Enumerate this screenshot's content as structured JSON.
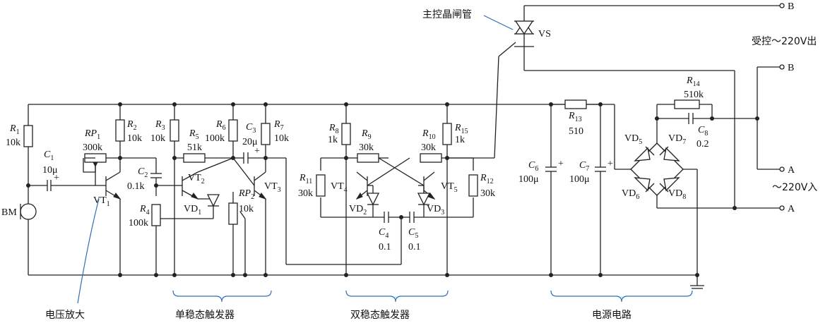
{
  "sections": {
    "amp": "电压放大",
    "mono": "单稳态触发器",
    "bi": "双稳态触发器",
    "power": "电源电路"
  },
  "callouts": {
    "thyristor": "主控晶闸管",
    "output": "受控～220V出",
    "input": "～220V入"
  },
  "terminals": {
    "B_out": "B",
    "B_in": "B",
    "A_in": "A",
    "A_out": "A"
  },
  "components": {
    "BM": {
      "ref": "BM"
    },
    "VS": {
      "ref": "VS"
    },
    "R1": {
      "sym": "R",
      "idx": "1",
      "value": "10k"
    },
    "RP1": {
      "sym": "RP",
      "idx": "1",
      "value": "300k"
    },
    "R2": {
      "sym": "R",
      "idx": "2",
      "value": "10k"
    },
    "C1": {
      "sym": "C",
      "idx": "1",
      "value": "10μ"
    },
    "VT1": {
      "sym": "VT",
      "idx": "1"
    },
    "C2": {
      "sym": "C",
      "idx": "2",
      "value": "0.1k"
    },
    "R3": {
      "sym": "R",
      "idx": "3",
      "value": "10k"
    },
    "R4": {
      "sym": "R",
      "idx": "4",
      "value": "100k"
    },
    "R5": {
      "sym": "R",
      "idx": "5",
      "value": "51k"
    },
    "VT2": {
      "sym": "VT",
      "idx": "2"
    },
    "VD1": {
      "sym": "VD",
      "idx": "1"
    },
    "R6": {
      "sym": "R",
      "idx": "6",
      "value": "100k"
    },
    "C3": {
      "sym": "C",
      "idx": "3",
      "value": "20μ"
    },
    "R7": {
      "sym": "R",
      "idx": "7",
      "value": "10k"
    },
    "RP2": {
      "sym": "RP",
      "idx": "2",
      "value": "10k"
    },
    "VT3": {
      "sym": "VT",
      "idx": "3"
    },
    "R8": {
      "sym": "R",
      "idx": "8",
      "value": "1k"
    },
    "R9": {
      "sym": "R",
      "idx": "9",
      "value": "30k"
    },
    "R10": {
      "sym": "R",
      "idx": "10",
      "value": "30k"
    },
    "R11": {
      "sym": "R",
      "idx": "11",
      "value": "30k"
    },
    "R12": {
      "sym": "R",
      "idx": "12",
      "value": "30k"
    },
    "R15": {
      "sym": "R",
      "idx": "15",
      "value": "1k"
    },
    "VT4": {
      "sym": "VT",
      "idx": "4"
    },
    "VT5": {
      "sym": "VT",
      "idx": "5"
    },
    "VD2": {
      "sym": "VD",
      "idx": "2"
    },
    "VD3": {
      "sym": "VD",
      "idx": "3"
    },
    "C4": {
      "sym": "C",
      "idx": "4",
      "value": "0.1"
    },
    "C5": {
      "sym": "C",
      "idx": "5",
      "value": "0.1"
    },
    "C6": {
      "sym": "C",
      "idx": "6",
      "value": "100μ"
    },
    "C7": {
      "sym": "C",
      "idx": "7",
      "value": "100μ"
    },
    "R13": {
      "sym": "R",
      "idx": "13",
      "value": "510"
    },
    "R14": {
      "sym": "R",
      "idx": "14",
      "value": "510k"
    },
    "C8": {
      "sym": "C",
      "idx": "8",
      "value": "0.2"
    },
    "VD5": {
      "sym": "VD",
      "idx": "5"
    },
    "VD6": {
      "sym": "VD",
      "idx": "6"
    },
    "VD7": {
      "sym": "VD",
      "idx": "7"
    },
    "VD8": {
      "sym": "VD",
      "idx": "8"
    }
  },
  "polarity_mark": "+"
}
